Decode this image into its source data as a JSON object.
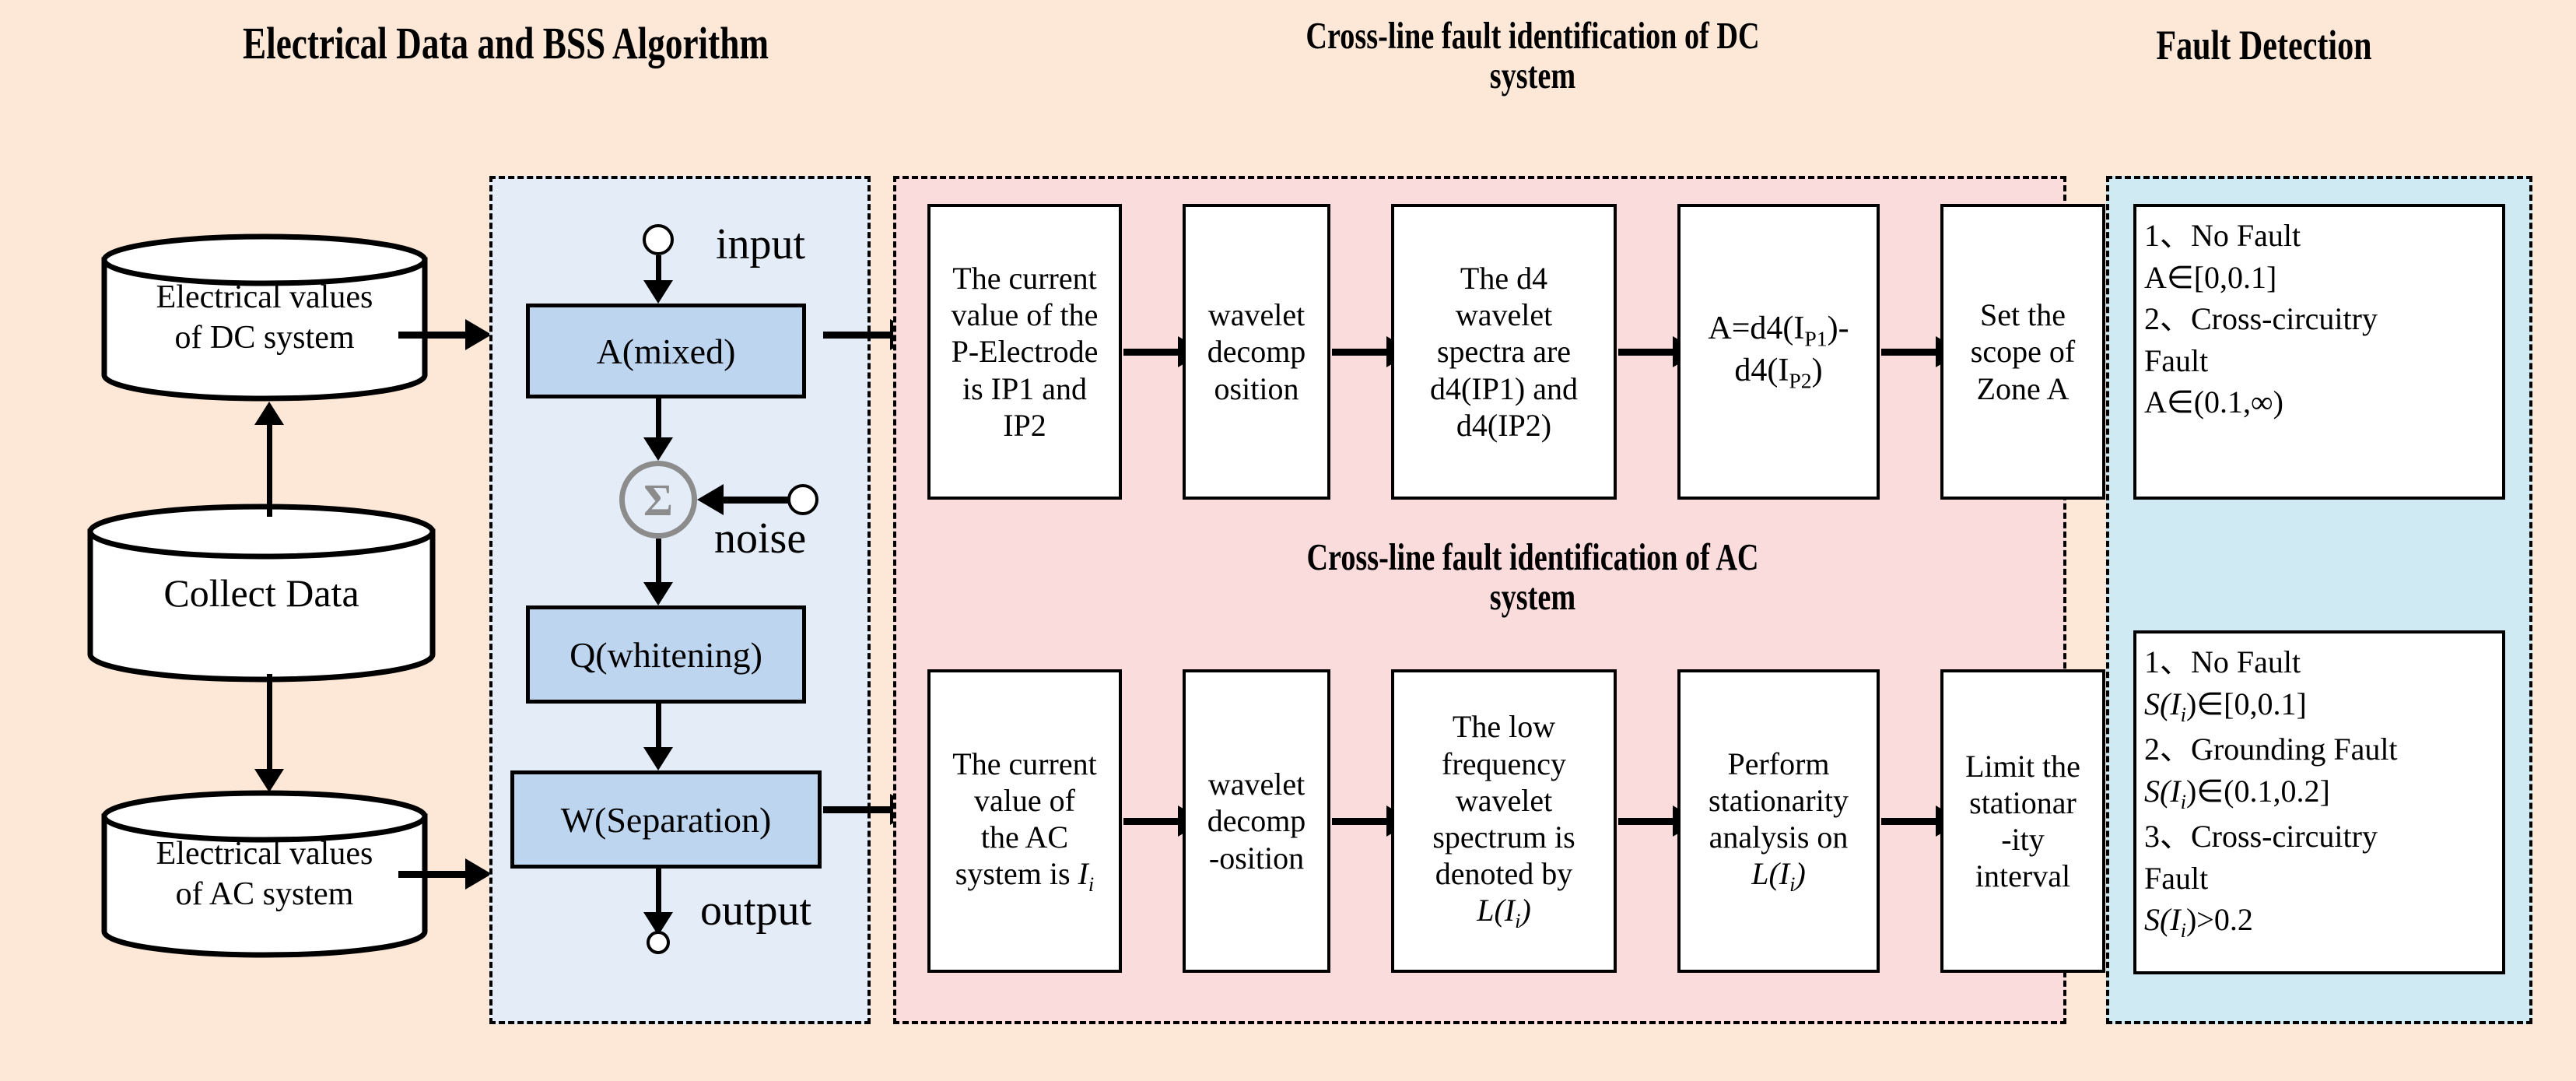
{
  "headings": {
    "left": "Electrical Data and BSS Algorithm",
    "middle_dc": "Cross-line fault identification of DC\nsystem",
    "middle_ac": "Cross-line fault identification of AC\nsystem",
    "right": "Fault Detection"
  },
  "data_sources": [
    {
      "label": "Electrical values\nof DC system",
      "name": "cylinder-dc-values"
    },
    {
      "label": "Collect Data",
      "name": "cylinder-collect-data"
    },
    {
      "label": "Electrical values\nof AC system",
      "name": "cylinder-ac-values"
    }
  ],
  "bss": {
    "input_label": "input",
    "noise_label": "noise",
    "output_label": "output",
    "sigma_symbol": "Σ",
    "blocks": [
      {
        "label": "A(mixed)",
        "name": "bss-block-a-mixed"
      },
      {
        "label": "Q(whitening)",
        "name": "bss-block-q-whitening"
      },
      {
        "label": "W(Separation)",
        "name": "bss-block-w-separation"
      }
    ]
  },
  "dc_steps": [
    {
      "line1": "The current",
      "line2": "value of the",
      "line3": "P-Electrode",
      "line4": "is IP1 and",
      "line5": "IP2"
    },
    {
      "line1": "wavelet",
      "line2": "decomp",
      "line3": "osition"
    },
    {
      "line1": "The d4",
      "line2": "wavelet",
      "line3": "spectra are",
      "line4": "d4(IP1) and",
      "line5": "d4(IP2)"
    },
    {
      "line1": "A=d4(I",
      "sub1": "P1",
      "line2": ")-",
      "line3": "d4(I",
      "sub2": "P2",
      "line4": ")"
    },
    {
      "line1": "Set the",
      "line2": "scope of",
      "line3": "Zone A"
    }
  ],
  "ac_steps": [
    {
      "line1": "The current",
      "line2": "value of",
      "line3": "the AC",
      "line4": "system is ",
      "ital4": "I",
      "sub4": "i"
    },
    {
      "line1": "wavelet",
      "line2": "decomp",
      "line3": "-osition"
    },
    {
      "line1": "The low",
      "line2": "frequency",
      "line3": "wavelet",
      "line4": "spectrum is",
      "line5": "denoted by",
      "ital6": "L(I",
      "sub6": "i",
      "tail6": ")"
    },
    {
      "line1": "Perform",
      "line2": "stationarity",
      "line3": "analysis on",
      "ital4": "L(I",
      "sub4": "i",
      "tail4": ")"
    },
    {
      "line1": "Limit the",
      "line2": "stationar",
      "line3": "-ity",
      "line4": "interval"
    }
  ],
  "fault_dc": {
    "l1_num": "1、",
    "l1_text": "No Fault",
    "l2": "A∈[0,0.1]",
    "l3_num": "2、",
    "l3_text": "Cross-circuitry",
    "l4": "Fault",
    "l5": "A∈(0.1,∞)"
  },
  "fault_ac": {
    "l1_num": "1、",
    "l1_text": "No Fault",
    "l2_sym": "S(I",
    "l2_sub": "i",
    "l2_rest": ")∈[0,0.1]",
    "l3_num": "2、",
    "l3_text": "Grounding Fault",
    "l4_sym": "S(I",
    "l4_sub": "i",
    "l4_rest": ")∈(0.1,0.2]",
    "l5_num": "3、",
    "l5_text": "Cross-circuitry",
    "l6": "Fault",
    "l7_sym": "S(I",
    "l7_sub": "i",
    "l7_rest": ")>0.2"
  },
  "colors": {
    "page_bg": "#fde8d7",
    "bss_panel": "#e3ecf7",
    "process_panel": "#fadcdd",
    "fault_panel": "#cfeaf2",
    "block_fill": "#bdd5ee",
    "sigma_stroke": "#8c8c8c"
  }
}
